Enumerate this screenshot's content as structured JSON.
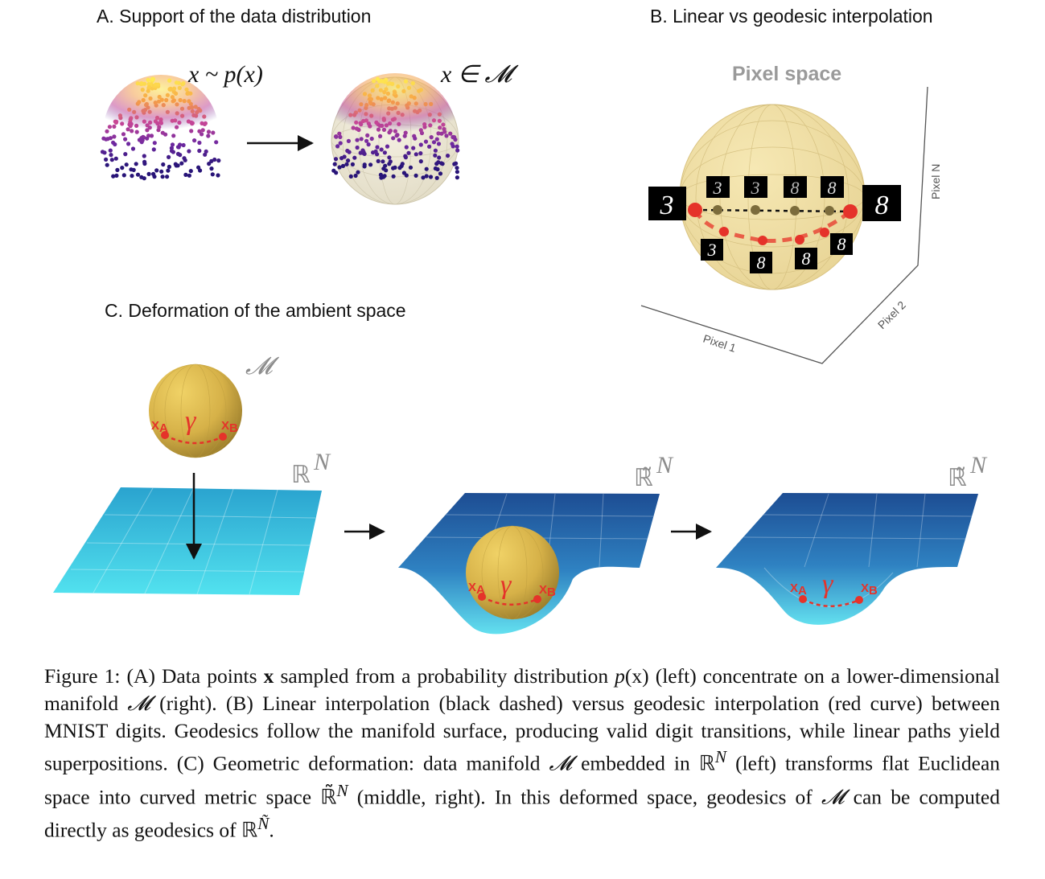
{
  "panels": {
    "a": {
      "title": "A. Support of the data distribution",
      "math_left": "x ~ p(x)",
      "math_right": "x ∈ 𝓜"
    },
    "b": {
      "title": "B. Linear vs geodesic interpolation",
      "space_label": "Pixel space",
      "axis_1": "Pixel 1",
      "axis_2": "Pixel 2",
      "axis_n": "Pixel N",
      "digit_start": "3",
      "digit_end": "8",
      "linear_digits": [
        "3",
        "3",
        "8",
        "8"
      ],
      "geodesic_digits": [
        "3",
        "8",
        "8",
        "8"
      ]
    },
    "c": {
      "title": "C. Deformation of the ambient space",
      "manifold_symbol": "𝓜",
      "space_flat": "ℝ",
      "space_curved": "ℝ̃",
      "superscript": "N",
      "point_a": "X",
      "point_a_sub": "A",
      "point_b": "X",
      "point_b_sub": "B",
      "curve_symbol": "γ"
    }
  },
  "caption": {
    "s1": "Figure 1: (A) Data points ",
    "x": "x",
    "s2": " sampled from a probability distribution ",
    "px": "p",
    "px_arg": "(x)",
    "s3": " (left) concentrate on a lower-dimensional manifold ",
    "M1": "𝓜",
    "s4": " (right). (B) Linear interpolation (black dashed) versus geodesic interpolation (red curve) between MNIST digits. Geodesics follow the manifold surface, producing valid digit transitions, while linear paths yield superpositions. (C) Geometric deformation: data manifold ",
    "M2": "𝓜",
    "s5": " embedded in ",
    "RN1": "ℝ",
    "N1": "N",
    "s6": " (left) transforms flat Euclidean space into curved metric space ",
    "RN2": "ℝ̃",
    "N2": "N",
    "s7": " (middle, right). In this deformed space, geodesics of ",
    "M3": "𝓜",
    "s8": " can be computed directly as geodesics of ",
    "RN3": "ℝ",
    "N3": "Ñ",
    "s9": "."
  }
}
